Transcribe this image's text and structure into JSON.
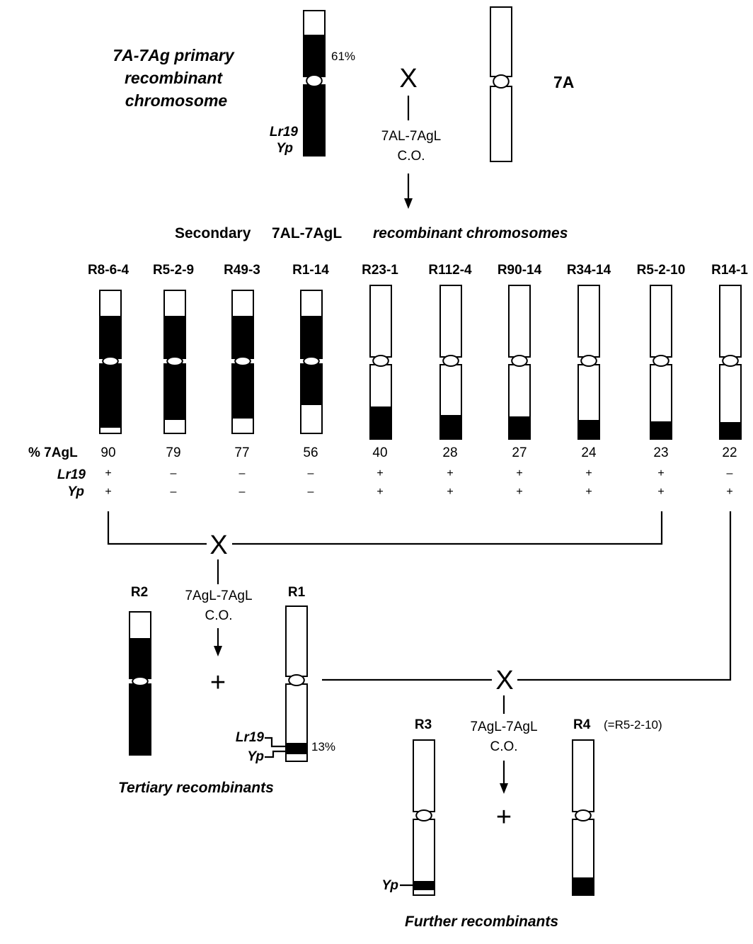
{
  "primary": {
    "label_lines": [
      "7A-7Ag primary",
      "recombinant",
      "chromosome"
    ],
    "percent": "61%",
    "gene_lr19": "Lr19",
    "gene_yp": "Yp"
  },
  "parent_7a": {
    "label": "7A"
  },
  "cross_1": {
    "symbol": "X",
    "event_line1": "7AL-7AgL",
    "event_line2": "C.O."
  },
  "secondary_title_parts": [
    "Secondary",
    "7AL-7AgL",
    "recombinant chromosomes"
  ],
  "row_labels": {
    "pct": "% 7AgL",
    "lr19": "Lr19",
    "yp": "Yp"
  },
  "secondary": [
    {
      "name": "R8-6-4",
      "pct": "90",
      "lr19": "+",
      "yp": "+"
    },
    {
      "name": "R5-2-9",
      "pct": "79",
      "lr19": "–",
      "yp": "–"
    },
    {
      "name": "R49-3",
      "pct": "77",
      "lr19": "–",
      "yp": "–"
    },
    {
      "name": "R1-14",
      "pct": "56",
      "lr19": "–",
      "yp": "–"
    },
    {
      "name": "R23-1",
      "pct": "40",
      "lr19": "+",
      "yp": "+"
    },
    {
      "name": "R112-4",
      "pct": "28",
      "lr19": "+",
      "yp": "+"
    },
    {
      "name": "R90-14",
      "pct": "27",
      "lr19": "+",
      "yp": "+"
    },
    {
      "name": "R34-14",
      "pct": "24",
      "lr19": "+",
      "yp": "+"
    },
    {
      "name": "R5-2-10",
      "pct": "23",
      "lr19": "+",
      "yp": "+"
    },
    {
      "name": "R14-1",
      "pct": "22",
      "lr19": "–",
      "yp": "+"
    }
  ],
  "cross_2": {
    "symbol": "X",
    "event_line1": "7AgL-7AgL",
    "event_line2": "C.O.",
    "plus": "+"
  },
  "tertiary": {
    "r2": "R2",
    "r1": "R1",
    "r1_percent": "13%",
    "r1_lr19": "Lr19",
    "r1_yp": "Yp",
    "caption": "Tertiary recombinants"
  },
  "cross_3": {
    "symbol": "X",
    "event_line1": "7AgL-7AgL",
    "event_line2": "C.O.",
    "plus": "+"
  },
  "further": {
    "r3": "R3",
    "r3_yp": "Yp",
    "r4": "R4",
    "r4_note": "(=R5-2-10)",
    "caption": "Further recombinants"
  },
  "colors": {
    "ink": "#000000",
    "paper": "#ffffff"
  }
}
